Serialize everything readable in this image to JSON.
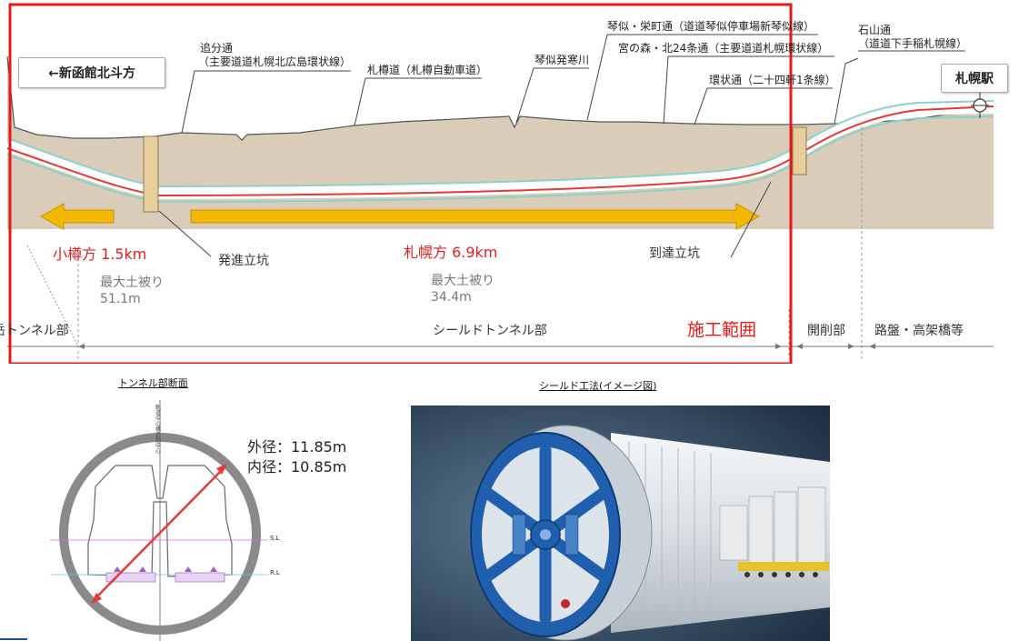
{
  "profile": {
    "left_box": "←新函館北斗方",
    "right_box": "札幌駅",
    "labels": {
      "oiwake_1": "追分通",
      "oiwake_2": "（主要道道札幌北広島環状線）",
      "sassho": "札樽道（札樽自動車道）",
      "kotoni_river": "琴似発寒川",
      "kotoni_sakae_1": "琴似・栄町通（道道琴似停車場新琴似線）",
      "miyanomori": "宮の森・北24条通（主要道道札幌環状線）",
      "kanjo": "環状通（二十四軒1条線）",
      "ishiyama_1": "石山通",
      "ishiyama_2": "（道道下手稲札幌線）"
    },
    "otaru_dir": "小樽方 1.5km",
    "sapporo_dir": "札幌方 6.9km",
    "start_shaft": "発進立坑",
    "arrival_shaft": "到達立坑",
    "cover_left_title": "最大土被り",
    "cover_left_value": "51.1m",
    "cover_right_title": "最大土被り",
    "cover_right_value": "34.4m",
    "construction_range": "施工範囲",
    "sections": {
      "mountain": "岳トンネル部",
      "shield": "シールドトンネル部",
      "cut": "開削部",
      "roadbed": "路盤・高架橋等"
    }
  },
  "cross_section": {
    "title": "トンネル部断面",
    "vertical_label": "軌道中心 構造物中心",
    "outer": "外径：11.85m",
    "inner": "内径：10.85m",
    "sl": "S.L",
    "rl": "R.L"
  },
  "shield_image": {
    "title": "シールド工法(イメージ図)"
  },
  "colors": {
    "ground": "#d9ccb8",
    "tunnel_red": "#e53935",
    "arrow_yellow": "#f5b800",
    "range_red": "#e41a1a",
    "tunnel_cyan": "#8fd0c8",
    "cutter_blue": "#1f5fae"
  }
}
